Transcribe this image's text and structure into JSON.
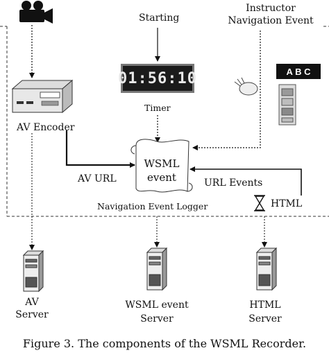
{
  "labels": {
    "starting": "Starting",
    "instructor": "Instructor",
    "navigation_event": "Navigation Event",
    "timer_display": "01:56:10",
    "timer_label": "Timer",
    "av_encoder": "AV Encoder",
    "wsml_event_line1": "WSML",
    "wsml_event_line2": "event",
    "av_url": "AV URL",
    "url_events": "URL Events",
    "nav_logger": "Navigation Event Logger",
    "html": "HTML",
    "abc": "A B C"
  },
  "servers": {
    "av": {
      "line1": "AV",
      "line2": "Server"
    },
    "wsml": {
      "line1": "WSML event",
      "line2": "Server"
    },
    "html": {
      "line1": "HTML",
      "line2": "Server"
    }
  },
  "caption": "Figure 3. The components of the WSML Recorder."
}
